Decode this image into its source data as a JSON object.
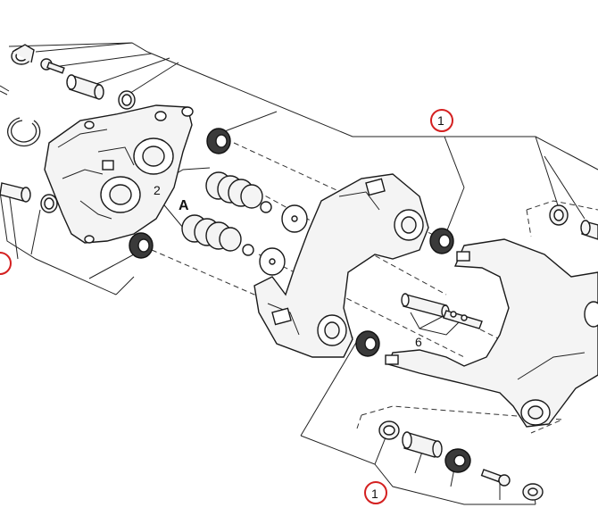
{
  "labels": {
    "ref_1": "1",
    "ref_2": "2",
    "ref_6": "6",
    "ref_A": "A"
  },
  "colors": {
    "line": "#222222",
    "callout": "#d42020",
    "background": "#ffffff"
  }
}
